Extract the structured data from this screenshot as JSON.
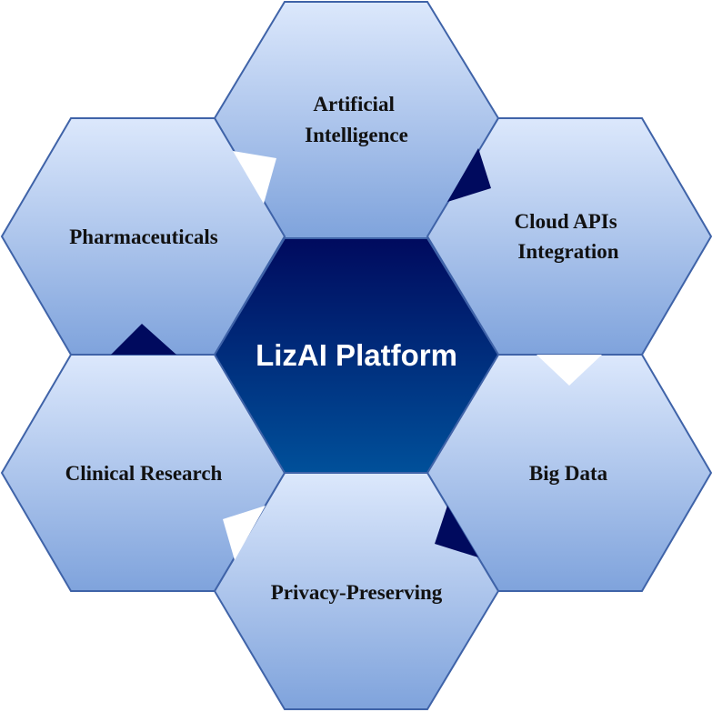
{
  "center": {
    "label": "LizAI Platform",
    "fill_top": "#000a5e",
    "fill_bottom": "#00509a",
    "text_color": "#ffffff"
  },
  "segments": [
    {
      "id": "artificial-intelligence",
      "lines": [
        "Artificial",
        "Intelligence"
      ]
    },
    {
      "id": "cloud-apis-integration",
      "lines": [
        "Cloud APIs",
        "Integration"
      ]
    },
    {
      "id": "big-data",
      "lines": [
        "Big Data"
      ]
    },
    {
      "id": "privacy-preserving",
      "lines": [
        "Privacy-Preserving"
      ]
    },
    {
      "id": "clinical-research",
      "lines": [
        "Clinical Research"
      ]
    },
    {
      "id": "pharmaceuticals",
      "lines": [
        "Pharmaceuticals"
      ]
    }
  ],
  "colors": {
    "outer_fill_top": "#dce8fc",
    "outer_fill_bottom": "#7fa3dc",
    "outline": "#3f63a8",
    "arrow_dark": "#000a5e",
    "arrow_light": "#ffffff"
  }
}
